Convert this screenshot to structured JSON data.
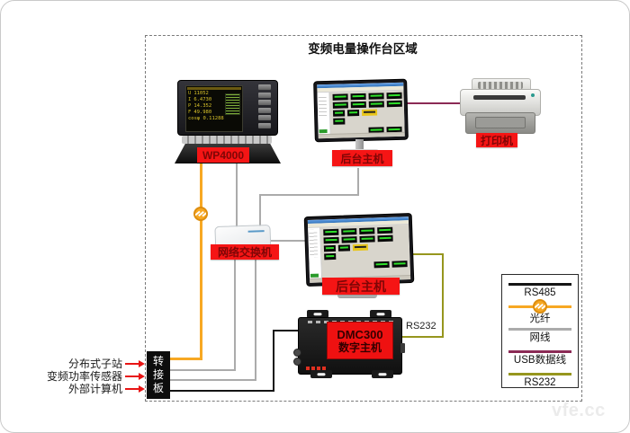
{
  "page": {
    "watermark": "vfe.cc"
  },
  "region": {
    "title": "变频电量操作台区域"
  },
  "devices": {
    "wp4000": {
      "label": "WP4000",
      "screen_rows": [
        {
          "k": "U",
          "v": "11052"
        },
        {
          "k": "I",
          "v": "6.4730"
        },
        {
          "k": "P",
          "v": "14.352"
        },
        {
          "k": "F",
          "v": "49.980"
        }
      ],
      "screen_footer": "cosφ 0.11288"
    },
    "backend_host_top": {
      "label": "后台主机"
    },
    "printer": {
      "label": "打印机"
    },
    "network_switch": {
      "label": "网络交换机"
    },
    "backend_host_mid": {
      "label": "后台主机"
    },
    "dmc300": {
      "display_line1": "DMC300",
      "display_line2": "数字主机"
    },
    "adapter_board": {
      "label": "转接板"
    }
  },
  "external_inputs": [
    {
      "label": "分布式子站"
    },
    {
      "label": "变频功率传感器"
    },
    {
      "label": "外部计算机"
    }
  ],
  "connections": {
    "rs232_annotation": "RS232"
  },
  "legend": {
    "items": [
      {
        "label": "RS485",
        "color": "#141414"
      },
      {
        "label": "光纤",
        "color": "#f7a823"
      },
      {
        "label": "网线",
        "color": "#ababab"
      },
      {
        "label": "USB数据线",
        "color": "#8b2a55"
      },
      {
        "label": "RS232",
        "color": "#96961e"
      }
    ]
  },
  "label_style": {
    "bg": "#f51515",
    "fg": "#7e0606"
  }
}
